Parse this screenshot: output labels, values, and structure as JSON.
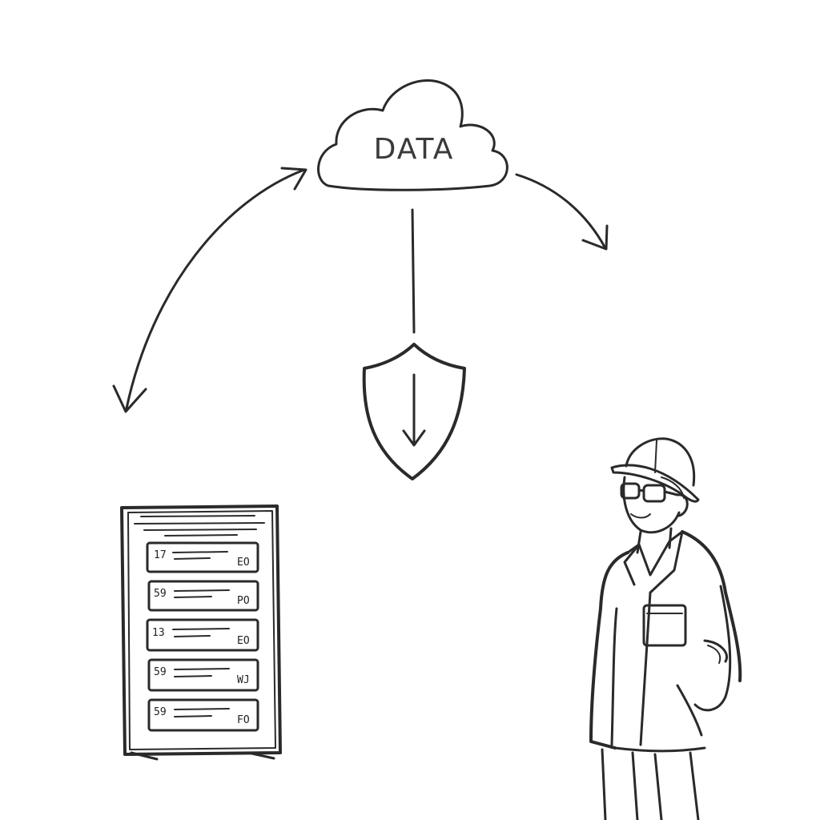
{
  "cloud": {
    "label": "DATA",
    "icon": "cloud-icon"
  },
  "shield": {
    "icon": "shield-icon"
  },
  "server": {
    "icon": "server-rack-icon",
    "slots": [
      {
        "left": "17",
        "right": "EO"
      },
      {
        "left": "59",
        "right": "PO"
      },
      {
        "left": "13",
        "right": "EO"
      },
      {
        "left": "59",
        "right": "WJ"
      },
      {
        "left": "59",
        "right": "FO"
      }
    ]
  },
  "person": {
    "icon": "engineer-hardhat-icon"
  },
  "colors": {
    "ink": "#2a2a2a",
    "background": "#ffffff"
  }
}
